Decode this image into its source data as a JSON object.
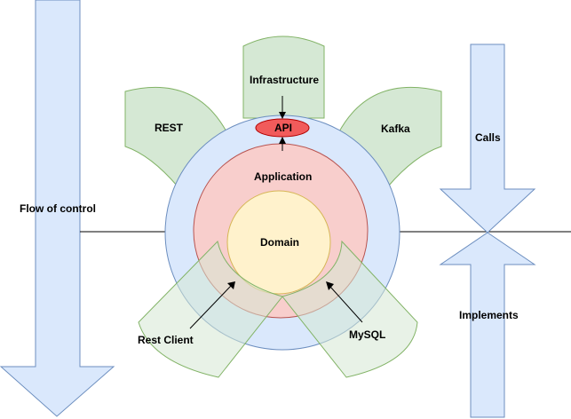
{
  "diagram": {
    "labels": {
      "flow_of_control": "Flow of control",
      "calls": "Calls",
      "implements": "Implements",
      "infrastructure": "Infrastructure",
      "api": "API",
      "rest": "REST",
      "kafka": "Kafka",
      "application": "Application",
      "domain": "Domain",
      "rest_client": "Rest Client",
      "mysql": "MySQL"
    },
    "colors": {
      "arrow_fill": "#dae8fc",
      "arrow_stroke": "#6c8ebf",
      "adapter_fill": "#d5e8d4",
      "adapter_stroke": "#82b366",
      "infrastructure_ring": "#dae8fc",
      "application_ring": "#f8cecc",
      "application_stroke": "#b85450",
      "domain_fill": "#fff2cc",
      "domain_stroke": "#d6b656",
      "api_fill": "#f15b5b",
      "api_stroke": "#b20000"
    }
  }
}
